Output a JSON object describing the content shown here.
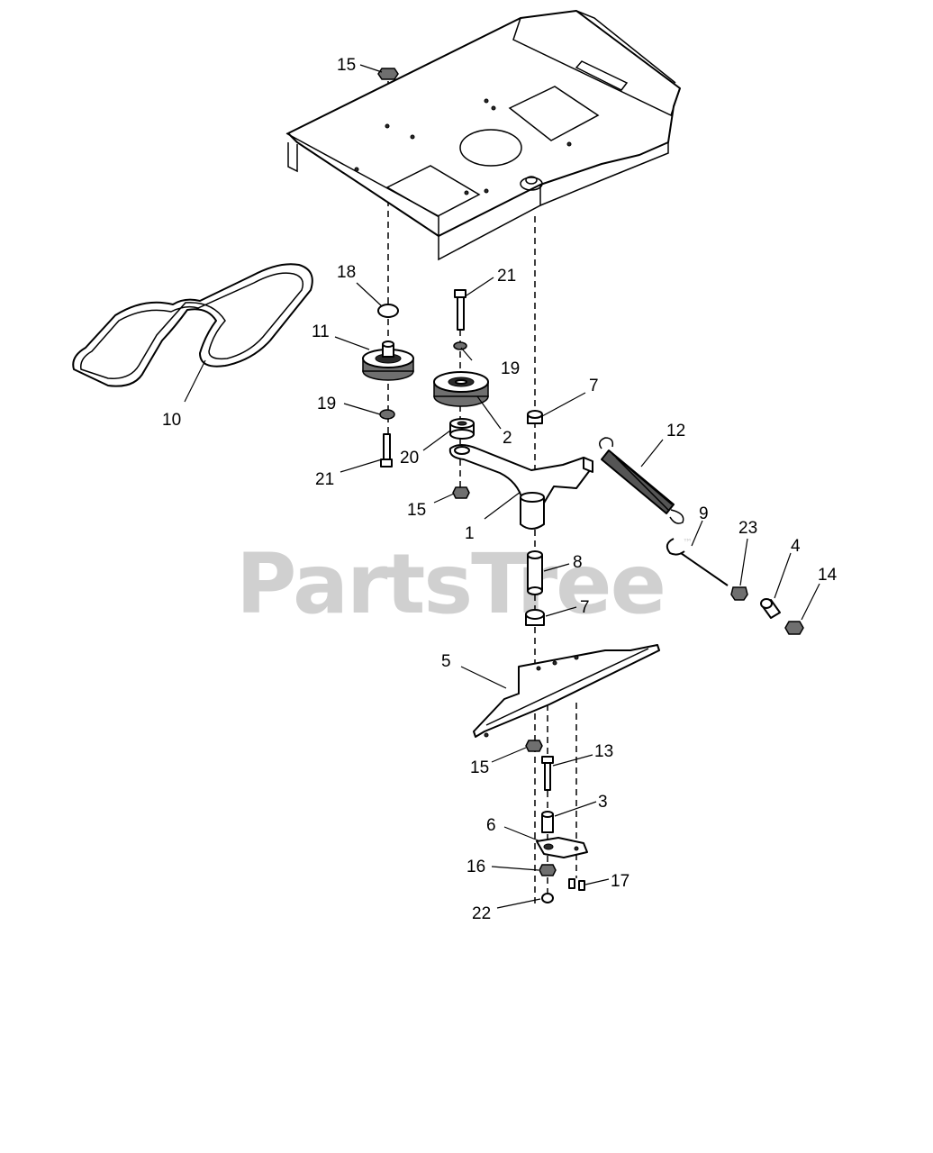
{
  "watermark": {
    "text": "PartsTree",
    "mark": "™"
  },
  "callouts": {
    "c15a": "15",
    "c18": "18",
    "c21a": "21",
    "c11": "11",
    "c19a": "19",
    "c10": "10",
    "c19b": "19",
    "c2": "2",
    "c7a": "7",
    "c20": "20",
    "c21b": "21",
    "c15b": "15",
    "c1": "1",
    "c12": "12",
    "c9": "9",
    "c23": "23",
    "c4": "4",
    "c14": "14",
    "c8": "8",
    "c7b": "7",
    "c5": "5",
    "c15c": "15",
    "c13": "13",
    "c3": "3",
    "c6": "6",
    "c16": "16",
    "c17": "17",
    "c22": "22"
  }
}
